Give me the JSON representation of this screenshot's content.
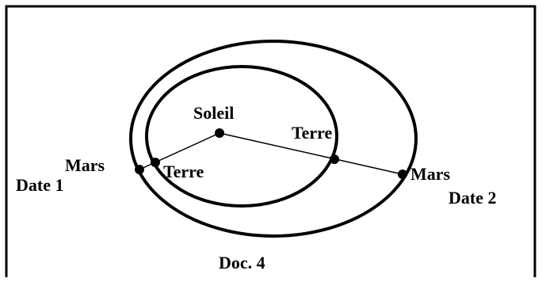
{
  "labels": {
    "sun": "Soleil",
    "earth_date1": "Terre",
    "earth_date2": "Terre",
    "mars_date1": "Mars",
    "mars_date2": "Mars",
    "date1": "Date 1",
    "date2": "Date 2",
    "caption": "Doc. 4"
  },
  "colors": {
    "ink": "#000000",
    "background": "#ffffff"
  }
}
